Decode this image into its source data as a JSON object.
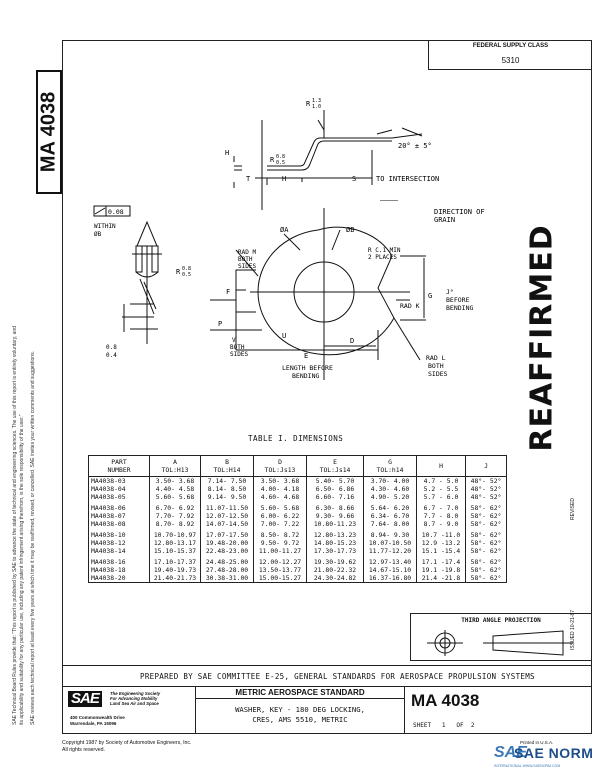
{
  "side_title": "MA 4038",
  "federal_supply_class": {
    "label": "FEDERAL SUPPLY CLASS",
    "value": "5310"
  },
  "left_notes": [
    "SAE Technical Board Rules provide that: \"This report is published by SAE to advance the state of technical and engineering sciences. The use of this report is entirely voluntary, and",
    "its applicability and suitability for any particular use, including any patent infringement arising therefrom, is the sole responsibility of the user.\"",
    "SAE reviews each technical report at least every five years at which time it may be reaffirmed, revised, or cancelled. SAE invites your written comments and suggestions."
  ],
  "drawing_labels": {
    "r_top": "R",
    "r_top_tol_hi": "1.3",
    "r_top_tol_lo": "1.0",
    "angle": "20° ± 5°",
    "h_left": "H",
    "r_mid": "R",
    "r_mid_tol_hi": "0.8",
    "r_mid_tol_lo": "0.5",
    "t": "T",
    "h_mid": "H",
    "s": "S",
    "to_intersection": "TO INTERSECTION",
    "direction_of_grain_1": "DIRECTION OF",
    "direction_of_grain_2": "GRAIN",
    "flat_val": "0.08",
    "within": "WITHIN",
    "within_b": "ØB",
    "r_left": "R",
    "r_left_tol_hi": "0.8",
    "r_left_tol_lo": "0.5",
    "dim_08": "0.8",
    "dim_04": "0.4",
    "dia_a": "ØA",
    "dia_b": "ØB",
    "rad_m_1": "RAD M",
    "rad_m_2": "BOTH",
    "rad_m_3": "SIDES",
    "rc1_1": "R C.1 MIN",
    "rc1_2": "2 PLACES",
    "j_1": "J°",
    "j_2": "BEFORE",
    "j_3": "BENDING",
    "rad_k": "RAD K",
    "g": "G",
    "f": "F",
    "p": "P",
    "u": "U",
    "v_1": "V",
    "v_2": "BOTH",
    "v_3": "SIDES",
    "d": "D",
    "e_1": "E",
    "e_2": "LENGTH BEFORE",
    "e_3": "BENDING",
    "rad_l_1": "RAD L",
    "rad_l_2": "BOTH",
    "rad_l_3": "SIDES"
  },
  "table_title": "TABLE I.  DIMENSIONS",
  "table": {
    "headers": [
      {
        "l1": "PART",
        "l2": "NUMBER"
      },
      {
        "l1": "A",
        "l2": "TOL:H13"
      },
      {
        "l1": "B",
        "l2": "TOL:H14"
      },
      {
        "l1": "D",
        "l2": "TOL:Js13"
      },
      {
        "l1": "E",
        "l2": "TOL:Js14"
      },
      {
        "l1": "G",
        "l2": "TOL:h14"
      },
      {
        "l1": "H",
        "l2": ""
      },
      {
        "l1": "J",
        "l2": ""
      }
    ],
    "rows": [
      [
        "MA4038-03",
        "3.50- 3.68",
        "7.14- 7.50",
        "3.50- 3.68",
        "5.40- 5.70",
        "3.70- 4.00",
        "4.7 - 5.0",
        "48°- 52°"
      ],
      [
        "MA4038-04",
        "4.40- 4.58",
        "8.14- 8.50",
        "4.00- 4.18",
        "6.50- 6.86",
        "4.30- 4.60",
        "5.2 - 5.5",
        "48°- 52°"
      ],
      [
        "MA4038-05",
        "5.60- 5.68",
        "9.14- 9.50",
        "4.60- 4.68",
        "6.60- 7.16",
        "4.90- 5.20",
        "5.7 - 6.0",
        "48°- 52°"
      ],
      null,
      [
        "MA4038-06",
        "6.70- 6.92",
        "11.07-11.50",
        "5.60- 5.68",
        "6.30- 8.66",
        "5.64- 6.20",
        "6.7 - 7.0",
        "58°- 62°"
      ],
      [
        "MA4038-07",
        "7.70- 7.92",
        "12.07-12.50",
        "6.00- 6.22",
        "9.30- 9.66",
        "6.34- 6.70",
        "7.7 - 8.0",
        "58°- 62°"
      ],
      [
        "MA4038-08",
        "8.70- 8.92",
        "14.07-14.50",
        "7.00- 7.22",
        "10.80-11.23",
        "7.64- 8.00",
        "8.7 - 9.0",
        "58°- 62°"
      ],
      null,
      [
        "MA4038-10",
        "10.70-10.97",
        "17.07-17.50",
        "8.50- 8.72",
        "12.80-13.23",
        "8.94- 9.30",
        "10.7 -11.0",
        "58°- 62°"
      ],
      [
        "MA4038-12",
        "12.80-13.17",
        "19.48-20.00",
        "9.50- 9.72",
        "14.80-15.23",
        "10.07-10.50",
        "12.9 -13.2",
        "58°- 62°"
      ],
      [
        "MA4038-14",
        "15.10-15.37",
        "22.48-23.00",
        "11.00-11.27",
        "17.30-17.73",
        "11.77-12.20",
        "15.1 -15.4",
        "58°- 62°"
      ],
      null,
      [
        "MA4038-16",
        "17.10-17.37",
        "24.48-25.00",
        "12.00-12.27",
        "19.30-19.62",
        "12.97-13.40",
        "17.1 -17.4",
        "58°- 62°"
      ],
      [
        "MA4038-18",
        "19.40-19.73",
        "27.48-28.00",
        "13.50-13.77",
        "21.80-22.32",
        "14.67-15.10",
        "19.1 -19.8",
        "58°- 62°"
      ],
      [
        "MA4038-20",
        "21.40-21.73",
        "30.38-31.00",
        "15.00-15.27",
        "24.30-24.82",
        "16.37-16.80",
        "21.4 -21.8",
        "58°- 62°"
      ]
    ]
  },
  "third_angle": "THIRD ANGLE PROJECTION",
  "prepared_by": "PREPARED BY SAE COMMITTEE E-25, GENERAL STANDARDS FOR AEROSPACE PROPULSION SYSTEMS",
  "sae": {
    "logo": "SAE",
    "sub1": "The Engineering Society",
    "sub2": "For Advancing Mobility",
    "sub3": "Land Sea Air and Space",
    "addr1": "400 Commonwealth Drive",
    "addr2": "Warrendale, PA  15096"
  },
  "standard_title": "METRIC AEROSPACE STANDARD",
  "description": [
    "WASHER, KEY - 180 DEG LOCKING,",
    "CRES, AMS 5510, METRIC"
  ],
  "doc_number": "MA 4038",
  "sheet": {
    "label": "SHEET",
    "num": "1",
    "of": "OF",
    "total": "2"
  },
  "copyright": [
    "Copyright 1987 by Society of Automotive Engineers, Inc.",
    "All rights reserved."
  ],
  "reaffirmed": "REAFFIRMED",
  "revised_label": "REVISED",
  "issued_label": "ISSUED  10-21-87",
  "printed": "Printed in U.S.A.",
  "saenorm": {
    "mark": "SAE",
    "text": "SAE NORM",
    "sub": "INTERNATIONAL  WWW.SAENORM.COM"
  }
}
